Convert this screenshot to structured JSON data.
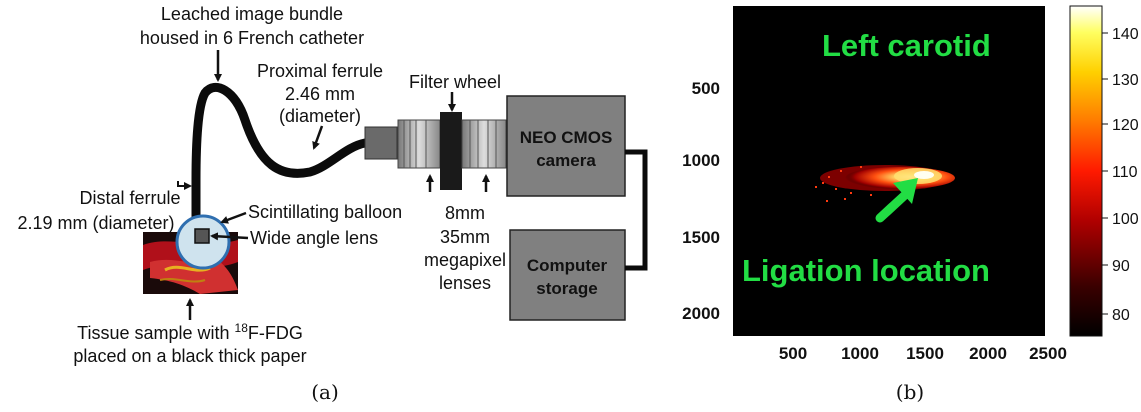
{
  "panel_a": {
    "labels": {
      "bundle_l1": "Leached image bundle",
      "bundle_l2": "housed in 6 French catheter",
      "proximal_l1": "Proximal ferrule",
      "proximal_l2": "2.46 mm",
      "proximal_l3": "(diameter)",
      "filter_wheel": "Filter wheel",
      "distal_l1": "Distal ferrule",
      "distal_l2": "2.19 mm (diameter)",
      "balloon": "Scintillating balloon",
      "lens": "Wide angle lens",
      "lenses_l1": "8mm",
      "lenses_l2": "35mm",
      "lenses_l3": "megapixel",
      "lenses_l4": "lenses",
      "tissue_l1_pre": "Tissue sample with ",
      "tissue_l1_sup": "18",
      "tissue_l1_post": "F-FDG",
      "tissue_l2": "placed on a black thick paper"
    },
    "camera_l1": "NEO CMOS",
    "camera_l2": "camera",
    "storage_l1": "Computer",
    "storage_l2": "storage",
    "caption": "(a)"
  },
  "panel_b": {
    "overlay_top": "Left carotid",
    "overlay_bottom": "Ligation location",
    "y_ticks": [
      "500",
      "1000",
      "1500",
      "2000"
    ],
    "x_ticks": [
      "500",
      "1000",
      "1500",
      "2000",
      "2500"
    ],
    "colorbar_ticks": [
      "140",
      "130",
      "120",
      "110",
      "100",
      "90",
      "80"
    ],
    "caption": "(b)",
    "colors": {
      "arrow": "#22dd44",
      "background": "#000000"
    }
  }
}
